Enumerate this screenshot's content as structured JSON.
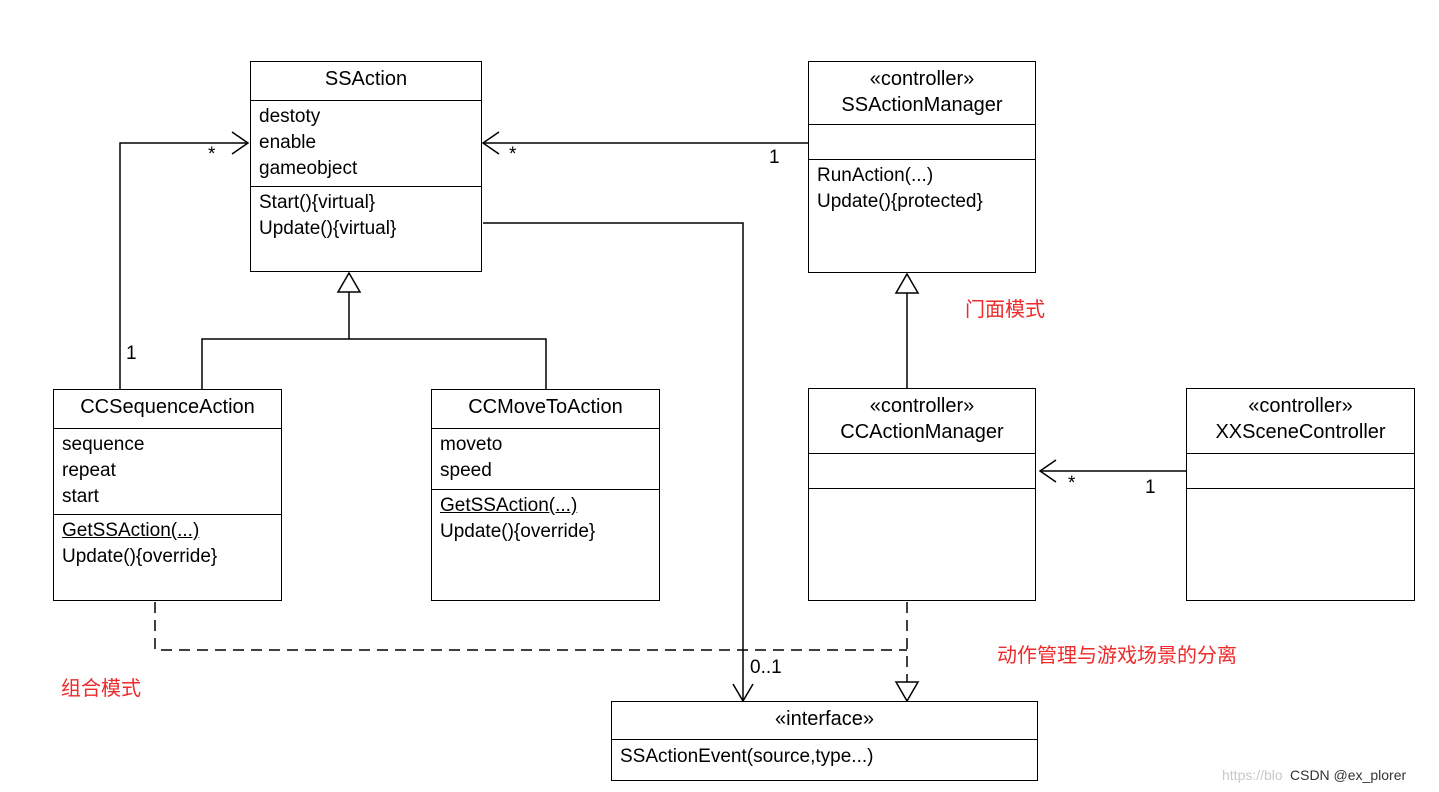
{
  "classes": {
    "ssaction": {
      "name": "SSAction",
      "attributes": [
        "destoty",
        "enable",
        "gameobject"
      ],
      "operations": [
        "Start(){virtual}",
        "Update(){virtual}"
      ]
    },
    "ssactionmanager": {
      "stereotype": "«controller»",
      "name": "SSActionManager",
      "operations": [
        "RunAction(...)",
        "Update(){protected}"
      ]
    },
    "ccsequenceaction": {
      "name": "CCSequenceAction",
      "attributes": [
        "sequence",
        "repeat",
        "start"
      ],
      "operations": [
        "GetSSAction(...)",
        "Update(){override}"
      ]
    },
    "ccmovetoaction": {
      "name": "CCMoveToAction",
      "attributes": [
        "moveto",
        "speed"
      ],
      "operations": [
        "GetSSAction(...)",
        "Update(){override}"
      ]
    },
    "ccactionmanager": {
      "stereotype": "«controller»",
      "name": "CCActionManager"
    },
    "xxscenecontroller": {
      "stereotype": "«controller»",
      "name": "XXSceneController"
    },
    "ssactionevent": {
      "stereotype": "«interface»",
      "operations": [
        "SSActionEvent(source,type...)"
      ]
    }
  },
  "multiplicities": {
    "seq_to_ssaction_target": "*",
    "seq_to_ssaction_source": "1",
    "manager_to_ssaction_target": "*",
    "manager_to_ssaction_source": "1",
    "scene_to_ccmanager_target": "*",
    "scene_to_ccmanager_source": "1",
    "ssaction_to_event_target": "0..1"
  },
  "notes": {
    "facade": "门面模式",
    "composite": "组合模式",
    "separation": "动作管理与游戏场景的分离"
  },
  "watermark": {
    "faint": "https://blo",
    "csdn": "CSDN @ex_plorer"
  },
  "colors": {
    "note": "#ee2a2a",
    "line": "#000000"
  }
}
